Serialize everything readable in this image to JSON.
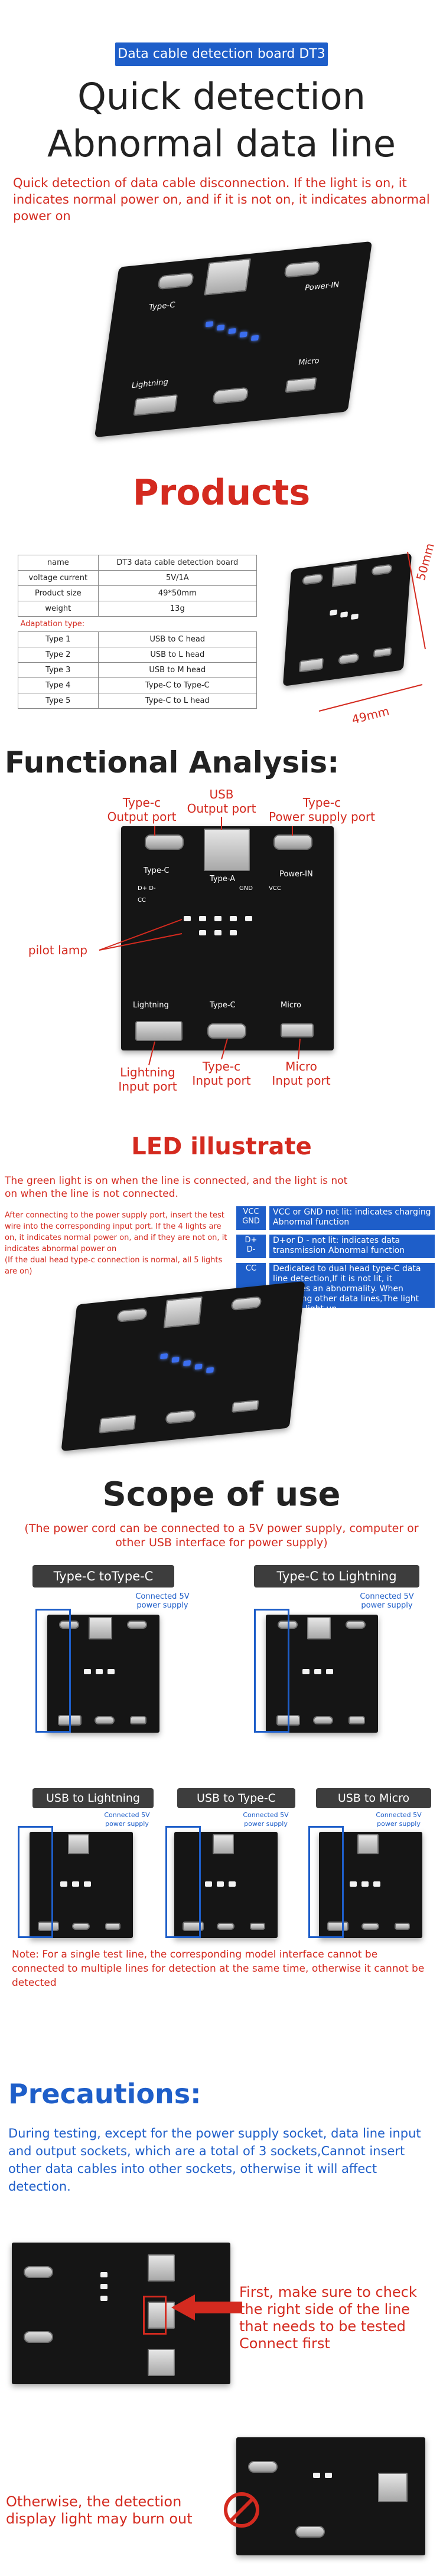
{
  "hero": {
    "badge": "Data cable detection board DT3",
    "title_line1": "Quick detection",
    "title_line2": "Abnormal data line",
    "description": "Quick detection of data cable disconnection. If the light is on, it indicates normal power on, and if it is not on, it indicates abnormal power on"
  },
  "board_labels": {
    "power_in": "Power-IN",
    "type_c": "Type-C",
    "type_a": "Type-A",
    "lightning": "Lightning",
    "micro": "Micro",
    "vcc": "VCC",
    "gnd": "GND",
    "cc": "CC",
    "d": "D+ D-"
  },
  "products": {
    "title": "Products",
    "table": [
      {
        "k": "name",
        "v": "DT3 data cable detection board"
      },
      {
        "k": "voltage current",
        "v": "5V/1A"
      },
      {
        "k": "Product size",
        "v": "49*50mm"
      },
      {
        "k": "weight",
        "v": "13g"
      }
    ],
    "adaptation_label": "Adaptation type:",
    "types": [
      {
        "k": "Type 1",
        "v": "USB to C head"
      },
      {
        "k": "Type 2",
        "v": "USB to L head"
      },
      {
        "k": "Type 3",
        "v": "USB to M head"
      },
      {
        "k": "Type 4",
        "v": "Type-C to Type-C"
      },
      {
        "k": "Type 5",
        "v": "Type-C to L head"
      }
    ],
    "dim_h": "50mm",
    "dim_w": "49mm"
  },
  "functional": {
    "title": "Functional Analysis:",
    "typec_output": "Type-c\nOutput port",
    "usb_output": "USB\nOutput port",
    "typec_power": "Type-c\nPower supply port",
    "pilot_lamp": "pilot lamp",
    "lightning_input": "Lightning\nInput port",
    "typec_input": "Type-c\nInput port",
    "micro_input": "Micro\nInput port"
  },
  "led": {
    "title": "LED illustrate",
    "line1": "The green light is on when the line is connected, and the light is not on when the line is not connected.",
    "para": "After connecting to the power supply port, insert the test wire into the corresponding input port. If the 4 lights are on, it indicates normal power on, and if they are not on, it indicates abnormal power on",
    "para2": "(If the dual head type-c connection is normal, all 5 lights are on)",
    "legend": [
      {
        "key": "VCC\nGND",
        "val": "VCC or GND not lit: indicates charging Abnormal function"
      },
      {
        "key": "D+\nD-",
        "val": "D+or D - not lit: indicates data transmission Abnormal function"
      },
      {
        "key": "CC",
        "val": "Dedicated to dual head type-C data line detection,If it is not lit, it indicates an abnormality. When detecting other data lines,The light will not light up"
      }
    ]
  },
  "scope": {
    "title": "Scope of use",
    "subtitle": "(The power cord can be connected to a 5V power supply, computer or other USB interface for power supply)",
    "cases": [
      {
        "label": "Type-C toType-C",
        "note": "Connected 5V\npower supply"
      },
      {
        "label": "Type-C to Lightning",
        "note": "Connected 5V\npower supply"
      },
      {
        "label": "USB to Lightning",
        "note": "Connected 5V\npower supply"
      },
      {
        "label": "USB to Type-C",
        "note": "Connected 5V\npower supply"
      },
      {
        "label": "USB to Micro",
        "note": "Connected 5V\npower supply"
      }
    ],
    "note": "Note: For a single test line, the corresponding model interface cannot be connected to multiple lines for detection at the same time, otherwise it cannot be detected"
  },
  "precautions": {
    "title": "Precautions:",
    "text": "During testing, except for the power supply socket, data line input and output sockets, which are a total of 3 sockets,Cannot insert other data cables into other sockets, otherwise it will affect detection.",
    "first": "First, make sure to check the right side of the line that needs to be tested Connect first",
    "otherwise": "Otherwise, the detection display light may burn out"
  },
  "colors": {
    "accent_blue": "#1e5ec9",
    "accent_red": "#d42a1f",
    "board": "#151515"
  }
}
